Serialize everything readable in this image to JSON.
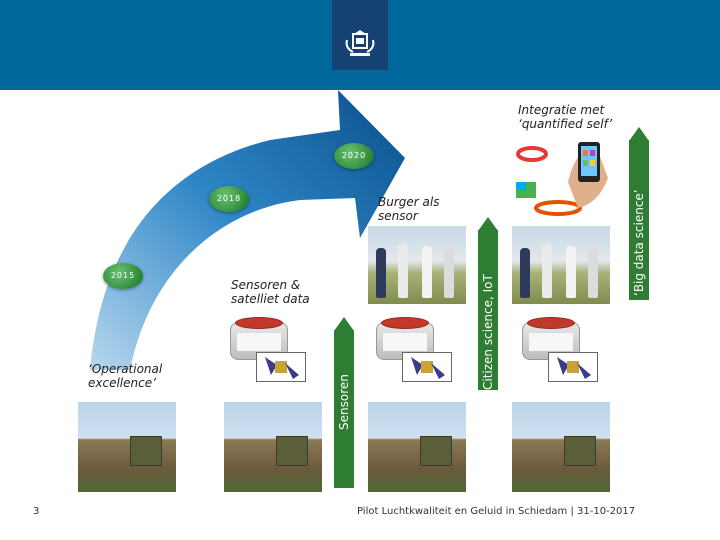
{
  "slide": {
    "labels": {
      "operational": "‘Operational excellence’",
      "sensoren_satelliet": "Sensoren & satelliet data",
      "burger": "Burger als sensor",
      "integratie": "Integratie met ‘quantified self’"
    },
    "years": [
      "2015",
      "2018",
      "2020"
    ],
    "bars": {
      "sensoren": "Sensoren",
      "citizen": "Citizen science, IoT",
      "bigdata": "‘Big data science’"
    },
    "page_number": "3",
    "footer": "Pilot Luchtkwaliteit en Geluid in Schiedam | 31-10-2017"
  },
  "colors": {
    "header": "#01689b",
    "logo_strip": "#154273",
    "bar_green": "#2e7d32",
    "arrow_blue": "#0a5e9e"
  },
  "icons": [
    "government-crest-icon",
    "timeline-arrow-icon"
  ]
}
